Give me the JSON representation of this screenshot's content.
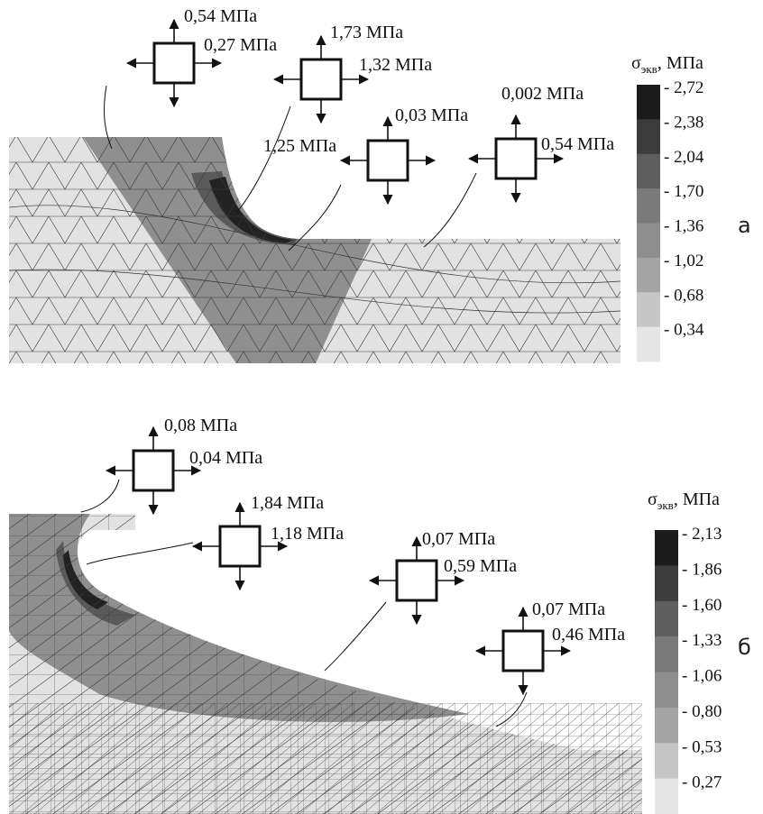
{
  "colorbar_title": {
    "main": "σ",
    "sub": "экв",
    "unit": ", МПа"
  },
  "panels": [
    {
      "letter": "а",
      "scale": {
        "ticks": [
          "2,72",
          "2,38",
          "2,04",
          "1,70",
          "1,36",
          "1,02",
          "0,68",
          "0,34"
        ],
        "colors": [
          "#1c1c1c",
          "#3c3c3c",
          "#5e5e5e",
          "#7a7a7a",
          "#8e8e8e",
          "#a4a4a4",
          "#c6c6c6",
          "#e6e6e6"
        ]
      },
      "elements": [
        {
          "vertical": "0,54 МПа",
          "horizontal": "0,27 МПа"
        },
        {
          "vertical": "1,73 МПа",
          "horizontal": "1,32 МПа"
        },
        {
          "vertical": "0,03 МПа",
          "horizontal": "1,25 МПа"
        },
        {
          "vertical": "0,002 МПа",
          "horizontal": "0,54 МПа"
        }
      ]
    },
    {
      "letter": "б",
      "scale": {
        "ticks": [
          "2,13",
          "1,86",
          "1,60",
          "1,33",
          "1,06",
          "0,80",
          "0,53",
          "0,27"
        ],
        "colors": [
          "#1c1c1c",
          "#3c3c3c",
          "#5e5e5e",
          "#7a7a7a",
          "#8e8e8e",
          "#a4a4a4",
          "#c6c6c6",
          "#e6e6e6"
        ]
      },
      "elements": [
        {
          "vertical": "0,08 МПа",
          "horizontal": "0,04 МПа"
        },
        {
          "vertical": "1,84 МПа",
          "horizontal": "1,18 МПа"
        },
        {
          "vertical": "0,07 МПа",
          "horizontal": "0,59 МПа"
        },
        {
          "vertical": "0,07 МПа",
          "horizontal": "0,46 МПа"
        }
      ]
    }
  ]
}
